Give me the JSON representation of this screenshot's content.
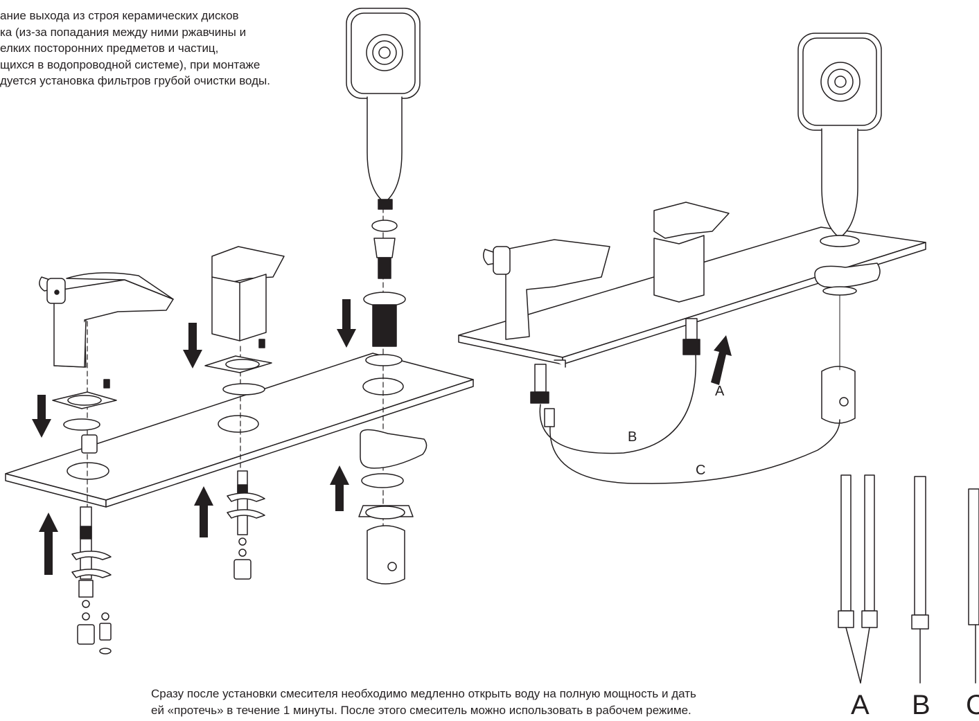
{
  "notes": {
    "top": [
      "ание выхода из строя керамических дисков",
      "ка (из-за попадания между ними ржавчины и",
      "елких посторонних предметов и частиц,",
      "щихся в водопроводной системе), при монтаже",
      "дуется установка фильтров грубой очистки воды."
    ],
    "bottom": [
      "Сразу после установки смесителя необходимо медленно открыть воду на полную мощность и дать",
      "ей «протечь» в течение 1 минуты. После этого смеситель можно использовать в рабочем режиме."
    ]
  },
  "assembly_labels": {
    "a": "A",
    "b": "B",
    "c": "C"
  },
  "hose_legend": {
    "a": "A",
    "b": "B",
    "c": "C"
  },
  "colors": {
    "ink": "#231f20",
    "background": "#ffffff"
  }
}
